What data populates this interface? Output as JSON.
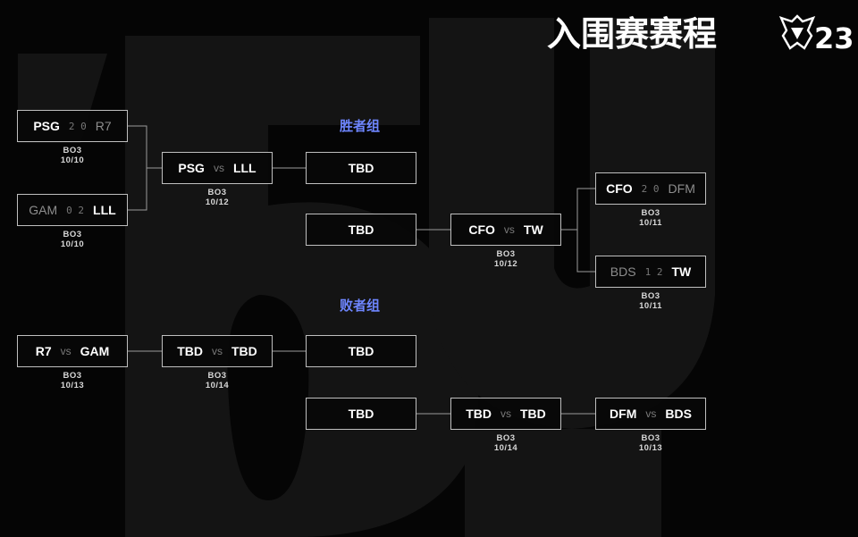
{
  "header": {
    "title": "入围赛赛程",
    "logo_text": "23"
  },
  "groups": {
    "winners": "胜者组",
    "losers": "败者组"
  },
  "matches": {
    "m1": {
      "left": "PSG",
      "mid": "2  0",
      "right": "R7",
      "format": "BO3",
      "date": "10/10"
    },
    "m2": {
      "left": "GAM",
      "mid": "0  2",
      "right": "LLL",
      "format": "BO3",
      "date": "10/10"
    },
    "m3": {
      "left": "PSG",
      "mid": "vs",
      "right": "LLL",
      "format": "BO3",
      "date": "10/12"
    },
    "m4": {
      "label": "TBD"
    },
    "m5": {
      "label": "TBD"
    },
    "m6": {
      "left": "CFO",
      "mid": "vs",
      "right": "TW",
      "format": "BO3",
      "date": "10/12"
    },
    "m7": {
      "left": "CFO",
      "mid": "2  0",
      "right": "DFM",
      "format": "BO3",
      "date": "10/11"
    },
    "m8": {
      "left": "BDS",
      "mid": "1  2",
      "right": "TW",
      "format": "BO3",
      "date": "10/11"
    },
    "m9": {
      "left": "R7",
      "mid": "vs",
      "right": "GAM",
      "format": "BO3",
      "date": "10/13"
    },
    "m10": {
      "left": "TBD",
      "mid": "vs",
      "right": "TBD",
      "format": "BO3",
      "date": "10/14"
    },
    "m11": {
      "label": "TBD"
    },
    "m12": {
      "label": "TBD"
    },
    "m13": {
      "left": "TBD",
      "mid": "vs",
      "right": "TBD",
      "format": "BO3",
      "date": "10/14"
    },
    "m14": {
      "left": "DFM",
      "mid": "vs",
      "right": "BDS",
      "format": "BO3",
      "date": "10/13"
    }
  }
}
